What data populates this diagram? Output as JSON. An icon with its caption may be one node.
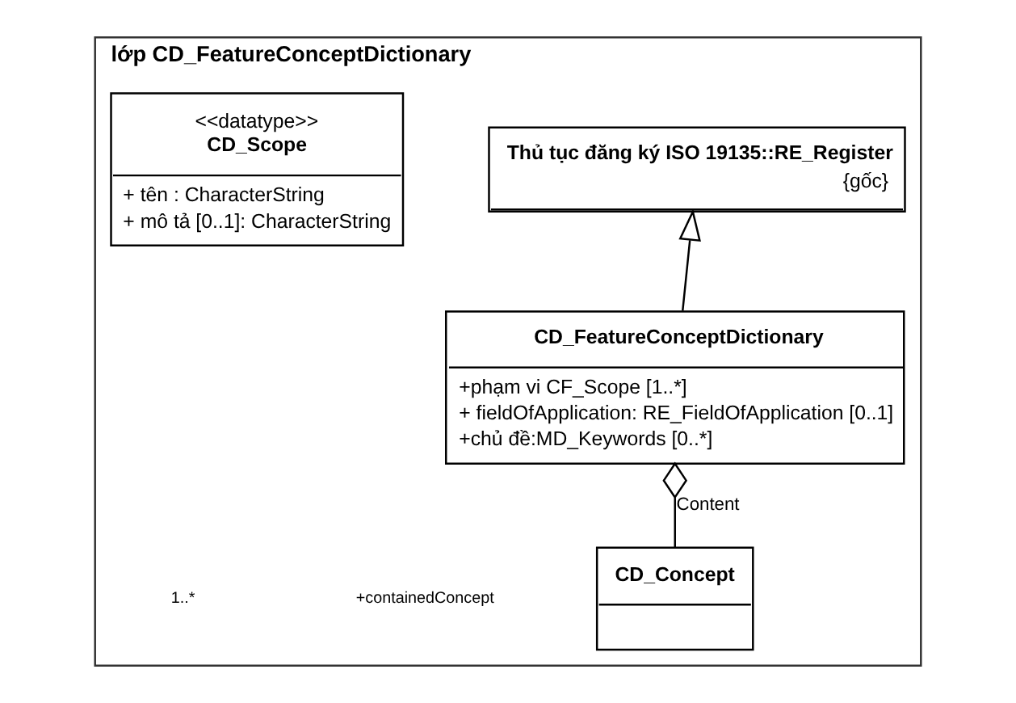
{
  "diagram": {
    "nodes": [
      {
        "text": [
          "lớp CD_FeatureConceptDictionary"
        ]
      },
      {
        "text": [
          "Thủ tục đăng ký ISO 19135::RE_Register",
          "{gốc}"
        ],
        "in": 0
      },
      {
        "text": [
          "CD_FeatureConceptDictionary",
          "+phạm vi CF_Scope [1..*]",
          "+ fieldOfApplication: RE_FieldOfApplication [0..1]",
          "+chủ đề:MD_Keywords [0..*]"
        ],
        "in": 0
      },
      {
        "text": [
          "CD_Concept"
        ],
        "in": 0
      },
      {
        "text": [
          "<<datatype>>",
          "CD_Scope",
          "+ tên : CharacterString",
          "+ mô tả [0..1]: CharacterString"
        ],
        "in": 0
      }
    ],
    "edges": [
      {
        "from": 2,
        "to": 1,
        "arrow": "to"
      },
      {
        "from": 2,
        "to": 3,
        "arrow": "other",
        "label": "Content"
      }
    ],
    "labels": [
      "+containedConcept",
      "1..*"
    ]
  }
}
